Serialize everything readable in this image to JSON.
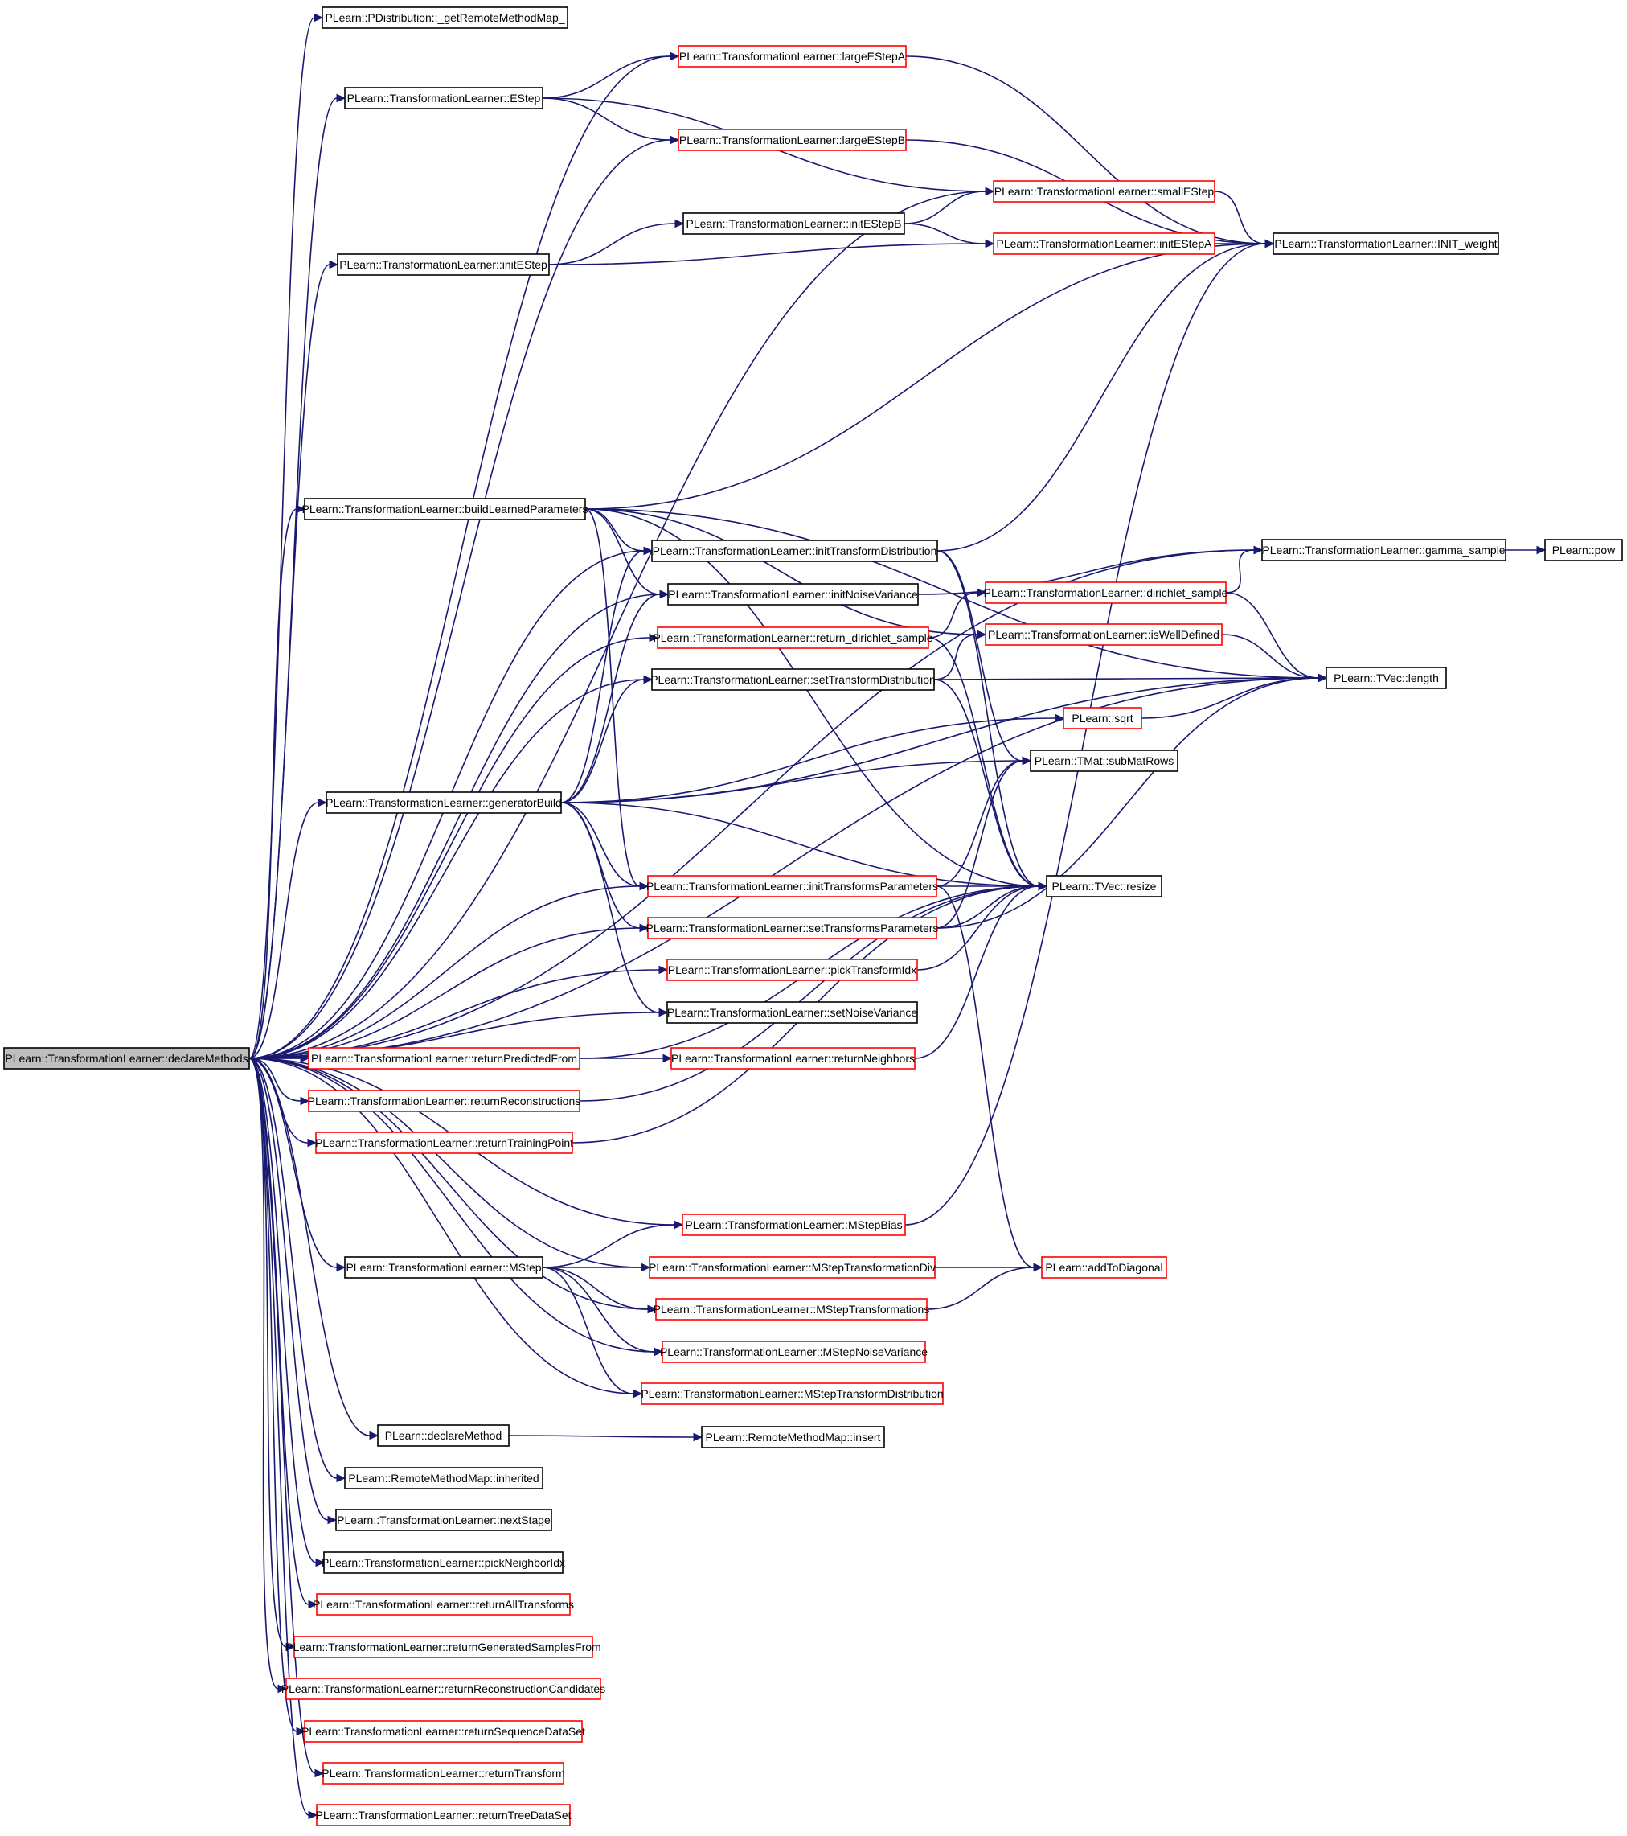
{
  "colors": {
    "edge": "#191970",
    "root_fill": "#bfbfbf",
    "node_black": "#000000",
    "node_red": "#ff0000"
  },
  "nodes": [
    {
      "id": "root",
      "label": "PLearn::TransformationLearner::declareMethods",
      "style": "root"
    },
    {
      "id": "getRemote",
      "label": "PLearn::PDistribution::_getRemoteMethodMap_",
      "style": "black"
    },
    {
      "id": "largeEStepA",
      "label": "PLearn::TransformationLearner::largeEStepA",
      "style": "red"
    },
    {
      "id": "EStep",
      "label": "PLearn::TransformationLearner::EStep",
      "style": "black"
    },
    {
      "id": "largeEStepB",
      "label": "PLearn::TransformationLearner::largeEStepB",
      "style": "red"
    },
    {
      "id": "smallEStep",
      "label": "PLearn::TransformationLearner::smallEStep",
      "style": "red"
    },
    {
      "id": "initEStepB",
      "label": "PLearn::TransformationLearner::initEStepB",
      "style": "black"
    },
    {
      "id": "initEStepA",
      "label": "PLearn::TransformationLearner::initEStepA",
      "style": "red"
    },
    {
      "id": "INIT_weight",
      "label": "PLearn::TransformationLearner::INIT_weight",
      "style": "black"
    },
    {
      "id": "initEStep",
      "label": "PLearn::TransformationLearner::initEStep",
      "style": "black"
    },
    {
      "id": "buildLP",
      "label": "PLearn::TransformationLearner::buildLearnedParameters",
      "style": "black"
    },
    {
      "id": "initTD",
      "label": "PLearn::TransformationLearner::initTransformDistribution",
      "style": "black"
    },
    {
      "id": "gamma",
      "label": "PLearn::TransformationLearner::gamma_sample",
      "style": "black"
    },
    {
      "id": "pow",
      "label": "PLearn::pow",
      "style": "black"
    },
    {
      "id": "initNV",
      "label": "PLearn::TransformationLearner::initNoiseVariance",
      "style": "black"
    },
    {
      "id": "dirichlet",
      "label": "PLearn::TransformationLearner::dirichlet_sample",
      "style": "red"
    },
    {
      "id": "retDirichlet",
      "label": "PLearn::TransformationLearner::return_dirichlet_sample",
      "style": "red"
    },
    {
      "id": "isWellDefined",
      "label": "PLearn::TransformationLearner::isWellDefined",
      "style": "red"
    },
    {
      "id": "setTD",
      "label": "PLearn::TransformationLearner::setTransformDistribution",
      "style": "black"
    },
    {
      "id": "length",
      "label": "PLearn::TVec::length",
      "style": "black"
    },
    {
      "id": "sqrt",
      "label": "PLearn::sqrt",
      "style": "red"
    },
    {
      "id": "subMatRows",
      "label": "PLearn::TMat::subMatRows",
      "style": "black"
    },
    {
      "id": "genBuild",
      "label": "PLearn::TransformationLearner::generatorBuild",
      "style": "black"
    },
    {
      "id": "initTP",
      "label": "PLearn::TransformationLearner::initTransformsParameters",
      "style": "red"
    },
    {
      "id": "resize",
      "label": "PLearn::TVec::resize",
      "style": "black"
    },
    {
      "id": "setTP",
      "label": "PLearn::TransformationLearner::setTransformsParameters",
      "style": "red"
    },
    {
      "id": "pickTI",
      "label": "PLearn::TransformationLearner::pickTransformIdx",
      "style": "red"
    },
    {
      "id": "setNV",
      "label": "PLearn::TransformationLearner::setNoiseVariance",
      "style": "black"
    },
    {
      "id": "retPred",
      "label": "PLearn::TransformationLearner::returnPredictedFrom",
      "style": "red"
    },
    {
      "id": "retNeigh",
      "label": "PLearn::TransformationLearner::returnNeighbors",
      "style": "red"
    },
    {
      "id": "retRecon",
      "label": "PLearn::TransformationLearner::returnReconstructions",
      "style": "red"
    },
    {
      "id": "retTrainPt",
      "label": "PLearn::TransformationLearner::returnTrainingPoint",
      "style": "red"
    },
    {
      "id": "MStepBias",
      "label": "PLearn::TransformationLearner::MStepBias",
      "style": "red"
    },
    {
      "id": "MStep",
      "label": "PLearn::TransformationLearner::MStep",
      "style": "black"
    },
    {
      "id": "MStepTDiv",
      "label": "PLearn::TransformationLearner::MStepTransformationDiv",
      "style": "red"
    },
    {
      "id": "addToDiag",
      "label": "PLearn::addToDiagonal",
      "style": "red"
    },
    {
      "id": "MStepTrans",
      "label": "PLearn::TransformationLearner::MStepTransformations",
      "style": "red"
    },
    {
      "id": "MStepNV",
      "label": "PLearn::TransformationLearner::MStepNoiseVariance",
      "style": "red"
    },
    {
      "id": "MStepTD",
      "label": "PLearn::TransformationLearner::MStepTransformDistribution",
      "style": "red"
    },
    {
      "id": "declMethod",
      "label": "PLearn::declareMethod",
      "style": "black"
    },
    {
      "id": "rmmInsert",
      "label": "PLearn::RemoteMethodMap::insert",
      "style": "black"
    },
    {
      "id": "rmmInherited",
      "label": "PLearn::RemoteMethodMap::inherited",
      "style": "black"
    },
    {
      "id": "nextStage",
      "label": "PLearn::TransformationLearner::nextStage",
      "style": "black"
    },
    {
      "id": "pickNI",
      "label": "PLearn::TransformationLearner::pickNeighborIdx",
      "style": "black"
    },
    {
      "id": "retAllT",
      "label": "PLearn::TransformationLearner::returnAllTransforms",
      "style": "red"
    },
    {
      "id": "retGenS",
      "label": "PLearn::TransformationLearner::returnGeneratedSamplesFrom",
      "style": "red"
    },
    {
      "id": "retReconC",
      "label": "PLearn::TransformationLearner::returnReconstructionCandidates",
      "style": "red"
    },
    {
      "id": "retSeqDS",
      "label": "PLearn::TransformationLearner::returnSequenceDataSet",
      "style": "red"
    },
    {
      "id": "retTrans",
      "label": "PLearn::TransformationLearner::returnTransform",
      "style": "red"
    },
    {
      "id": "retTreeDS",
      "label": "PLearn::TransformationLearner::returnTreeDataSet",
      "style": "red"
    }
  ],
  "edges": [
    [
      "root",
      "getRemote"
    ],
    [
      "root",
      "largeEStepA"
    ],
    [
      "root",
      "EStep"
    ],
    [
      "root",
      "largeEStepB"
    ],
    [
      "root",
      "smallEStep"
    ],
    [
      "root",
      "initEStep"
    ],
    [
      "root",
      "gamma"
    ],
    [
      "root",
      "length"
    ],
    [
      "root",
      "buildLP"
    ],
    [
      "root",
      "initTD"
    ],
    [
      "root",
      "initNV"
    ],
    [
      "root",
      "retDirichlet"
    ],
    [
      "root",
      "setTD"
    ],
    [
      "root",
      "genBuild"
    ],
    [
      "root",
      "initTP"
    ],
    [
      "root",
      "setTP"
    ],
    [
      "root",
      "pickTI"
    ],
    [
      "root",
      "setNV"
    ],
    [
      "root",
      "retNeigh"
    ],
    [
      "root",
      "retPred"
    ],
    [
      "root",
      "retRecon"
    ],
    [
      "root",
      "retTrainPt"
    ],
    [
      "root",
      "MStepBias"
    ],
    [
      "root",
      "MStepTDiv"
    ],
    [
      "root",
      "MStep"
    ],
    [
      "root",
      "MStepTrans"
    ],
    [
      "root",
      "MStepNV"
    ],
    [
      "root",
      "MStepTD"
    ],
    [
      "root",
      "declMethod"
    ],
    [
      "root",
      "rmmInherited"
    ],
    [
      "root",
      "nextStage"
    ],
    [
      "root",
      "pickNI"
    ],
    [
      "root",
      "retAllT"
    ],
    [
      "root",
      "retGenS"
    ],
    [
      "root",
      "retReconC"
    ],
    [
      "root",
      "retSeqDS"
    ],
    [
      "root",
      "retTrans"
    ],
    [
      "root",
      "retTreeDS"
    ],
    [
      "EStep",
      "largeEStepA"
    ],
    [
      "EStep",
      "largeEStepB"
    ],
    [
      "EStep",
      "smallEStep"
    ],
    [
      "largeEStepA",
      "INIT_weight"
    ],
    [
      "largeEStepB",
      "INIT_weight"
    ],
    [
      "smallEStep",
      "INIT_weight"
    ],
    [
      "initEStep",
      "initEStepB"
    ],
    [
      "initEStep",
      "initEStepA"
    ],
    [
      "initEStepB",
      "smallEStep"
    ],
    [
      "initEStepB",
      "initEStepA"
    ],
    [
      "initEStepA",
      "INIT_weight"
    ],
    [
      "buildLP",
      "INIT_weight"
    ],
    [
      "buildLP",
      "length"
    ],
    [
      "buildLP",
      "resize"
    ],
    [
      "buildLP",
      "initTD"
    ],
    [
      "buildLP",
      "initNV"
    ],
    [
      "buildLP",
      "initTP"
    ],
    [
      "buildLP",
      "isWellDefined"
    ],
    [
      "initTD",
      "INIT_weight"
    ],
    [
      "initTD",
      "resize"
    ],
    [
      "initTD",
      "subMatRows"
    ],
    [
      "initNV",
      "gamma"
    ],
    [
      "gamma",
      "pow"
    ],
    [
      "dirichlet",
      "gamma"
    ],
    [
      "dirichlet",
      "length"
    ],
    [
      "retDirichlet",
      "dirichlet"
    ],
    [
      "retDirichlet",
      "resize"
    ],
    [
      "isWellDefined",
      "length"
    ],
    [
      "setTD",
      "isWellDefined"
    ],
    [
      "setTD",
      "length"
    ],
    [
      "setTD",
      "resize"
    ],
    [
      "sqrt",
      "length"
    ],
    [
      "genBuild",
      "initTD"
    ],
    [
      "genBuild",
      "initNV"
    ],
    [
      "genBuild",
      "setTD"
    ],
    [
      "genBuild",
      "sqrt"
    ],
    [
      "genBuild",
      "subMatRows"
    ],
    [
      "genBuild",
      "length"
    ],
    [
      "genBuild",
      "resize"
    ],
    [
      "genBuild",
      "initTP"
    ],
    [
      "genBuild",
      "setTP"
    ],
    [
      "genBuild",
      "setNV"
    ],
    [
      "initTP",
      "subMatRows"
    ],
    [
      "initTP",
      "resize"
    ],
    [
      "initTP",
      "addToDiag"
    ],
    [
      "setTP",
      "subMatRows"
    ],
    [
      "setTP",
      "resize"
    ],
    [
      "setTP",
      "length"
    ],
    [
      "pickTI",
      "resize"
    ],
    [
      "retPred",
      "resize"
    ],
    [
      "retNeigh",
      "resize"
    ],
    [
      "retRecon",
      "resize"
    ],
    [
      "retTrainPt",
      "resize"
    ],
    [
      "MStepBias",
      "INIT_weight"
    ],
    [
      "MStep",
      "MStepBias"
    ],
    [
      "MStep",
      "MStepTDiv"
    ],
    [
      "MStep",
      "MStepTrans"
    ],
    [
      "MStep",
      "MStepNV"
    ],
    [
      "MStep",
      "MStepTD"
    ],
    [
      "MStepTDiv",
      "addToDiag"
    ],
    [
      "MStepTrans",
      "addToDiag"
    ],
    [
      "declMethod",
      "rmmInsert"
    ]
  ]
}
